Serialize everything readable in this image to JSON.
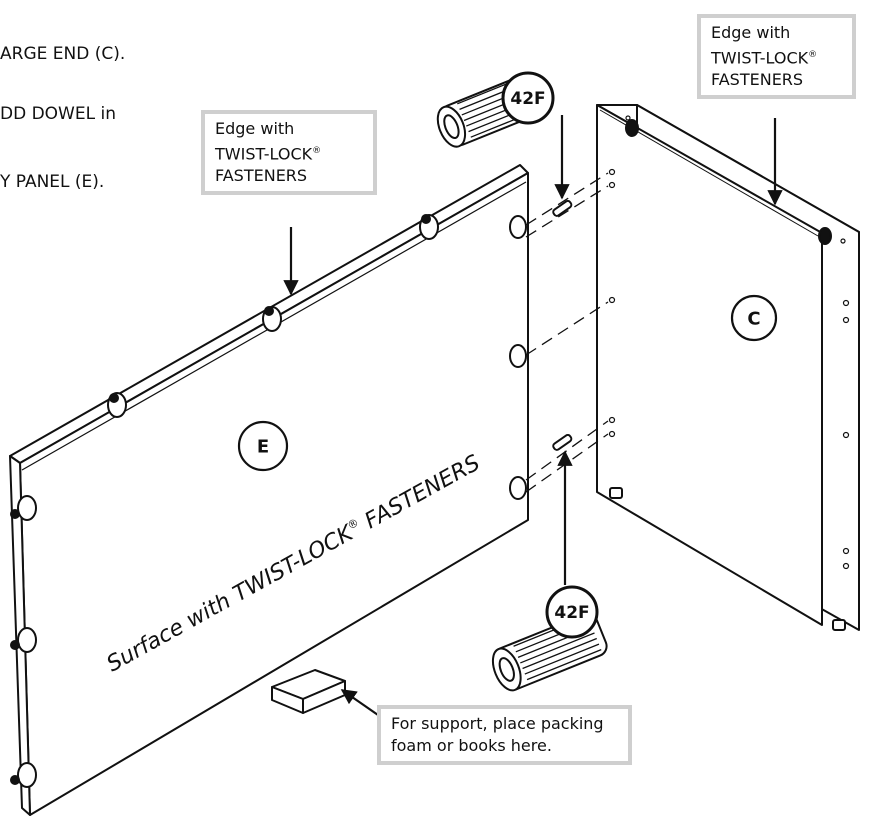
{
  "instructions": {
    "line1": "ARGE END (C).",
    "line2": "DD DOWEL in",
    "line3": "Y PANEL (E)."
  },
  "callouts": {
    "panel_c_edge": {
      "line1": "Edge with",
      "line2": "TWIST-LOCK",
      "line2_mark": "®",
      "line3": "FASTENERS"
    },
    "panel_e_edge": {
      "line1": "Edge with",
      "line2": "TWIST-LOCK",
      "line2_mark": "®",
      "line3": "FASTENERS"
    },
    "support": {
      "line1": "For support, place packing",
      "line2": "foam or books here."
    }
  },
  "parts": {
    "panel_c_label": "C",
    "panel_e_label": "E",
    "dowel_top_label": "42F",
    "dowel_bottom_label": "42F"
  },
  "surface_text": {
    "main": "Surface with TWIST-LOCK",
    "mark": "®",
    "tail": " FASTENERS"
  },
  "colors": {
    "line": "#111111",
    "callout_border": "#cfcfcf",
    "panel_fill": "#ffffff"
  }
}
